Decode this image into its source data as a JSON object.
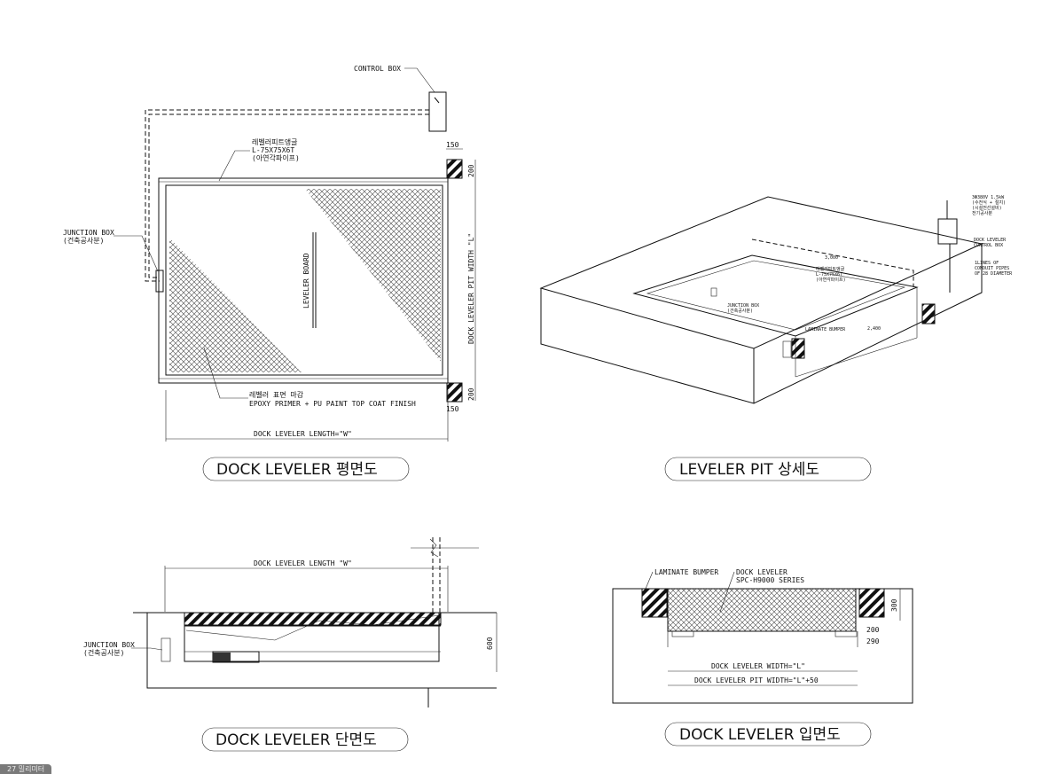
{
  "plan": {
    "control_box": "CONTROL BOX",
    "junction_box_1": "JUNCTION BOX",
    "junction_box_2": "(건축공사분)",
    "angle_1": "레벨러피트앵글",
    "angle_2": "L-75X75X6T",
    "angle_3": "(아연각파이프)",
    "board": "LEVELER BOARD",
    "finish_1": "레벨러 표면 마감",
    "finish_2": "EPOXY PRIMER + PU PAINT TOP COAT FINISH",
    "dim_150_top": "150",
    "dim_200_top": "200",
    "dim_width": "DOCK LEVELER PIT WIDTH \"L\"",
    "dim_200_bottom": "200",
    "dim_150_bottom": "150",
    "dim_length": "DOCK LEVELER LENGTH=\"W\"",
    "title": "DOCK LEVELER 평면도"
  },
  "detail": {
    "spec_1": "3Φ380V 1.5kW",
    "spec_2": "(수전식 + 절지)",
    "spec_3": "(시설전선설비)",
    "spec_4": "전기공사분",
    "control_1": "DOCK LEVELER",
    "control_2": "CONTROL BOX",
    "conduit_1": "1LINES OF",
    "conduit_2": "CONDUIT PIPES",
    "conduit_3": "OF 28 DIAMETER",
    "angle_1": "레벨러피트앵글",
    "angle_2": "L-75X75X6T",
    "angle_3": "(아연각파이프)",
    "junction_1": "JUNCTION BOX",
    "junction_2": "(건축공사분)",
    "bumper": "LAMINATE BUMPER",
    "dim_a": "3,000",
    "dim_b": "2,400",
    "title": "LEVELER PIT 상세도"
  },
  "section": {
    "dim_length": "DOCK LEVELER LENGTH \"W\"",
    "junction_1": "JUNCTION BOX",
    "junction_2": "(건축공사분)",
    "dim_600": "600",
    "title": "DOCK LEVELER 단면도"
  },
  "elevation": {
    "bumper": "LAMINATE BUMPER",
    "leveler_1": "DOCK LEVELER",
    "leveler_2": "SPC-H9000 SERIES",
    "dim_300": "300",
    "dim_200": "200",
    "dim_290": "290",
    "dim_width": "DOCK LEVELER WIDTH=\"L\"",
    "dim_pit": "DOCK LEVELER PIT WIDTH=\"L\"+50",
    "title": "DOCK LEVELER 입면도"
  },
  "badge": "27 밀리미터"
}
